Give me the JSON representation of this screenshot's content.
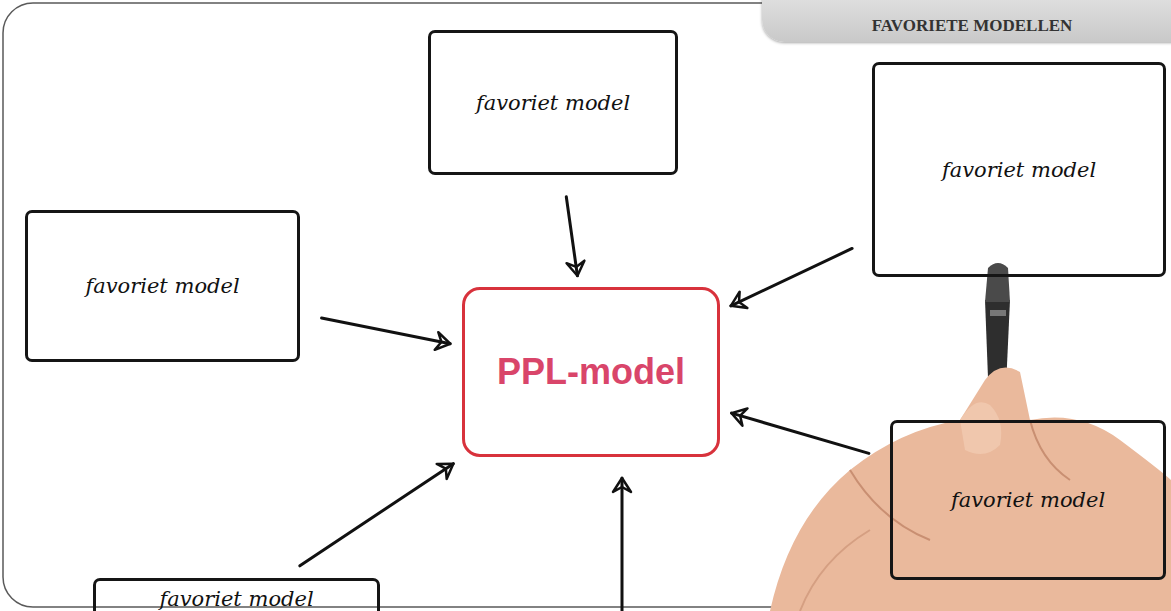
{
  "diagram": {
    "title": "FAVORIETE MODELLEN",
    "nodes": [
      {
        "text": [
          "favoriet model"
        ]
      },
      {
        "text": [
          "favoriet model"
        ]
      },
      {
        "text": [
          "favoriet model"
        ]
      },
      {
        "text": [
          "PPL-model"
        ]
      },
      {
        "text": [
          "favoriet model"
        ]
      },
      {
        "text": [
          "favoriet model"
        ]
      }
    ],
    "edges": [
      {
        "from": 0,
        "to": 3,
        "arrow": "to"
      },
      {
        "from": 1,
        "to": 3,
        "arrow": "to"
      },
      {
        "from": 2,
        "to": 3,
        "arrow": "to"
      },
      {
        "from": 4,
        "to": 3,
        "arrow": "to"
      },
      {
        "from": 5,
        "to": 3,
        "arrow": "to"
      }
    ]
  }
}
